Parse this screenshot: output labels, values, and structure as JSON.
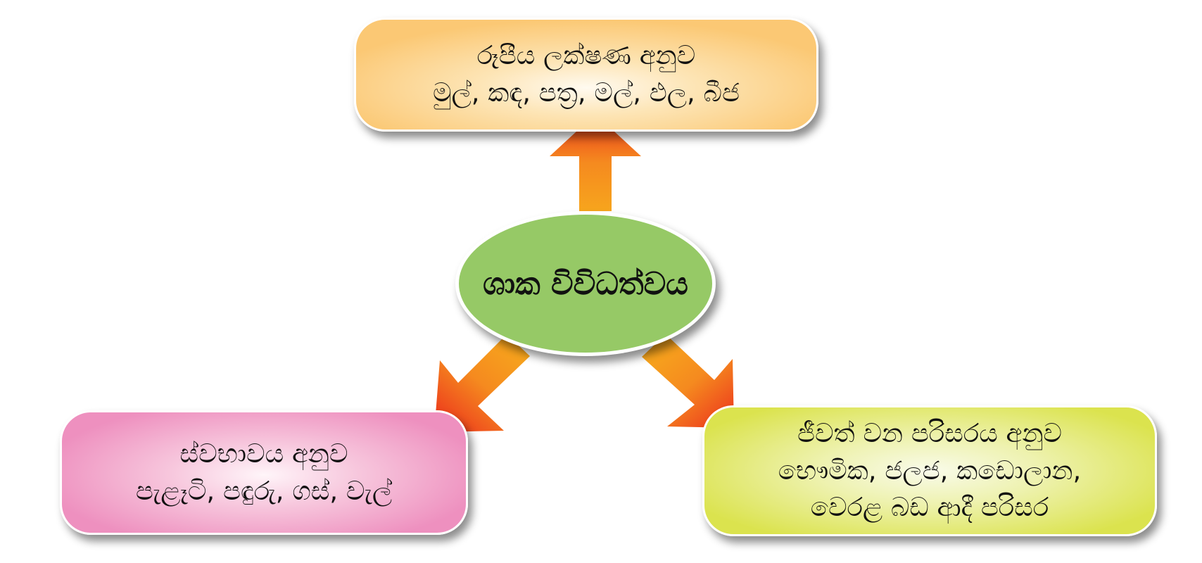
{
  "center": {
    "label": "ශාක විවිධත්වය"
  },
  "top_box": {
    "line1": "රූපීය ලක්ෂණ අනුව",
    "line2": "මුල්, කඳ, පත්‍ර, මල්, ඵල, බීජ"
  },
  "left_box": {
    "line1": "ස්වභාවය අනුව",
    "line2": "පැළෑටි, පඳුරු, ගස්, වැල්"
  },
  "right_box": {
    "line1": "ජීවත් වන පරිසරය  අනුව",
    "line2": "භෞමික, ජලජ, කඩොලාන,",
    "line3": "වෙරළ බඩ ආදී පරිසර"
  },
  "colors": {
    "arrow_base": "#f7a51d",
    "arrow_tip": "#ec2f1c",
    "center_fill": "#96c966"
  }
}
